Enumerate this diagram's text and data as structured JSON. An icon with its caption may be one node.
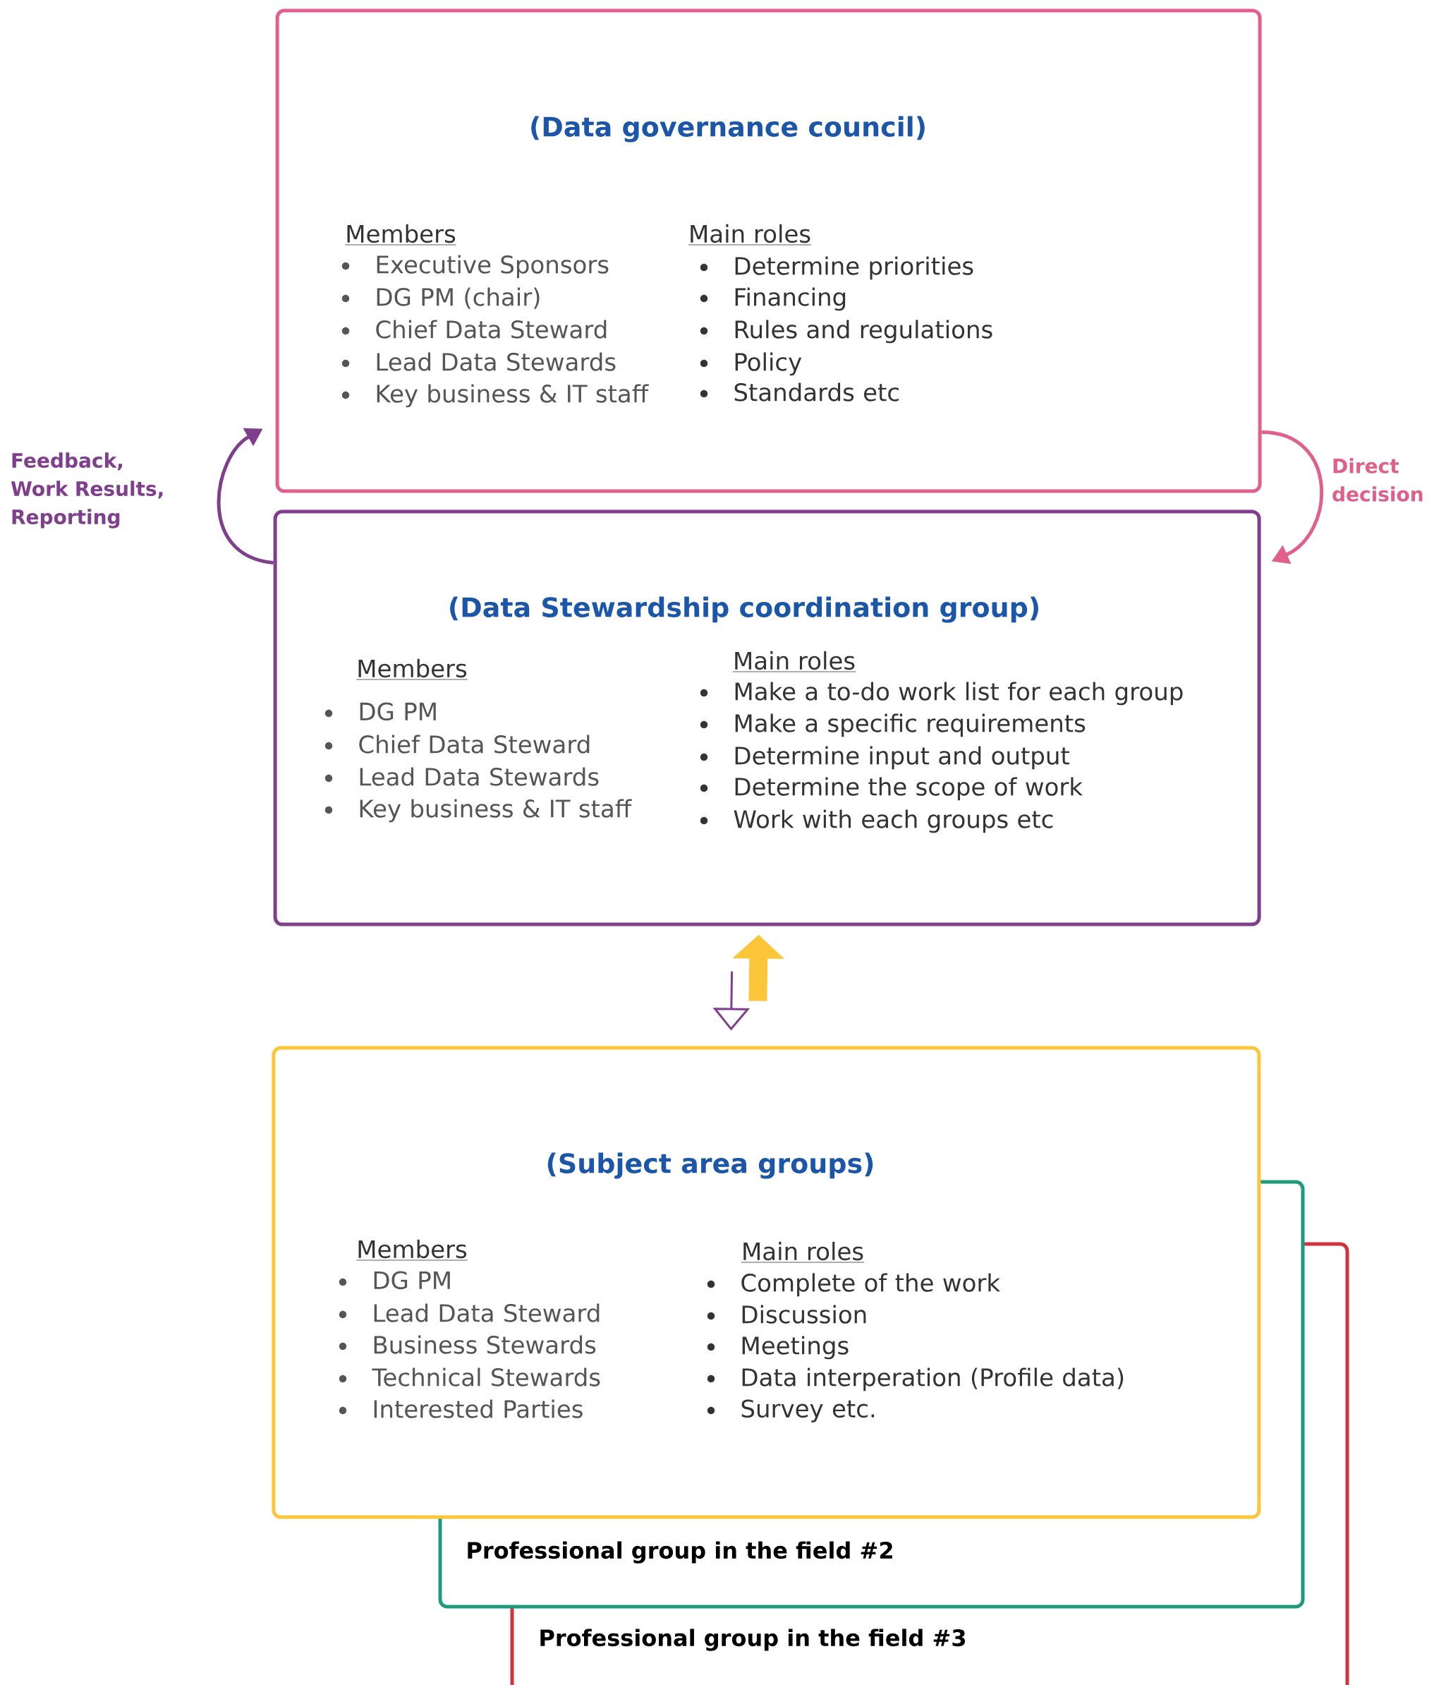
{
  "diagram": {
    "nodes": [
      {
        "text": [
          "(Data governance council)",
          "Members",
          "Executive Sponsors",
          "DG PM (chair)",
          "Chief Data Steward",
          "Lead Data Stewards",
          "Key business & IT staff",
          "Main roles",
          "Determine priorities",
          "Financing",
          "Rules and regulations",
          "Policy",
          "Standards etc"
        ]
      },
      {
        "text": [
          "(Data Stewardship coordination group)",
          "Members",
          "DG PM",
          "Chief Data Steward",
          "Lead Data Stewards",
          "Key business & IT staff",
          "Main roles",
          "Make a to-do work list for each group",
          "Make a specific requirements",
          "Determine input and output",
          "Determine the scope of work",
          "Work with each groups etc"
        ]
      },
      {
        "text": [
          "(Subject area groups)",
          "Members",
          "DG PM",
          "Lead Data Steward",
          "Business Stewards",
          "Technical Stewards",
          "Interested Parties",
          "Main roles",
          "Complete of the work",
          "Discussion",
          "Meetings",
          "Data interperation (Profile data)",
          "Survey etc."
        ]
      },
      {
        "text": [
          "Professional group in the field #2"
        ]
      },
      {
        "text": [
          "Professional group in the field #3"
        ]
      }
    ],
    "edges": [
      {
        "from": 1,
        "to": 0,
        "arrow": "to",
        "label": "Feedback, Work Results, Reporting",
        "color": "#7f3f8c"
      },
      {
        "from": 0,
        "to": 1,
        "arrow": "to",
        "label": "Direct decision",
        "color": "#e0608a"
      },
      {
        "from": 2,
        "to": 1,
        "arrow": "to",
        "style": "thick",
        "color": "#fcc63a"
      },
      {
        "from": 1,
        "to": 2,
        "arrow": "to",
        "color": "#7f3f8c"
      }
    ]
  }
}
